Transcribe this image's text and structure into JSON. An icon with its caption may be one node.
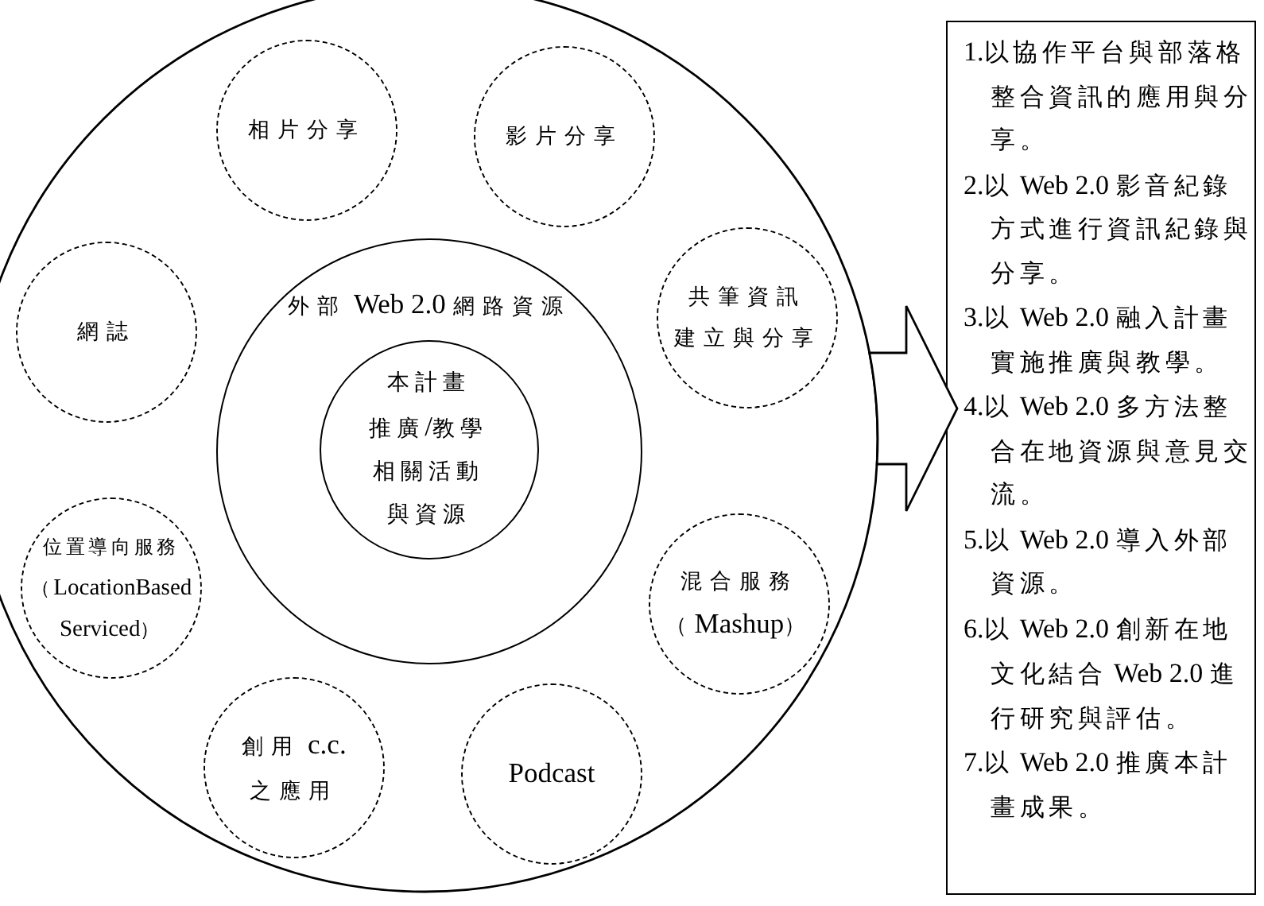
{
  "diagram": {
    "nodes": [
      {
        "text": [],
        "shape": "circle"
      },
      {
        "text": [
          "相片分享"
        ],
        "in": 0
      },
      {
        "text": [
          "影片分享"
        ],
        "in": 0
      },
      {
        "text": [
          "網誌"
        ],
        "in": 0
      },
      {
        "text": [
          "共筆資訊建立與分享"
        ],
        "in": 0
      },
      {
        "text": [
          "外部 Web 2.0 網路資源"
        ],
        "in": 0
      },
      {
        "text": [
          "本計畫推廣/教學相關活動與資源"
        ],
        "in": 5
      },
      {
        "text": [
          "位置導向服務（LocationBased Serviced）"
        ],
        "in": 0
      },
      {
        "text": [
          "混合服務（Mashup）"
        ],
        "in": 0
      },
      {
        "text": [
          "創用 c.c. 之應用"
        ],
        "in": 0
      },
      {
        "text": [
          "Podcast"
        ],
        "in": 0
      },
      {
        "text": [
          "1.以協作平台與部落格整合資訊的應用與分享。",
          "2.以 Web 2.0 影音紀錄方式進行資訊紀錄與分享。",
          "3.以 Web 2.0 融入計畫實施推廣與教學。",
          "4.以 Web 2.0 多方法整合在地資源與意見交流。",
          "5.以 Web 2.0 導入外部資源。",
          "6.以 Web 2.0 創新在地文化結合 Web 2.0 進行研究與評估。",
          "7.以 Web 2.0 推廣本計畫成果。"
        ]
      }
    ],
    "edges": [
      {
        "from": 0,
        "to": 11,
        "arrow": "to"
      }
    ]
  }
}
